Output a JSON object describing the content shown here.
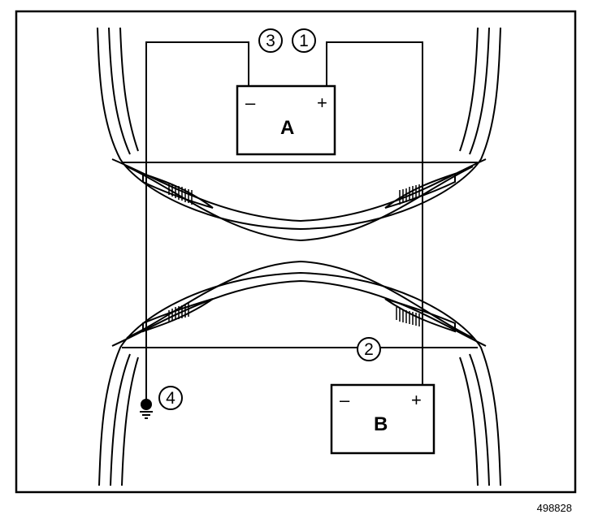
{
  "diagram": {
    "battery_a": {
      "label": "A",
      "neg": "–",
      "pos": "+"
    },
    "battery_b": {
      "label": "B",
      "neg": "–",
      "pos": "+"
    },
    "callouts": [
      "3",
      "1",
      "2",
      "4"
    ],
    "figure_code": "498828",
    "icons": [
      "ground-icon"
    ],
    "colors": {
      "ink": "#000000",
      "paper": "#ffffff"
    }
  }
}
